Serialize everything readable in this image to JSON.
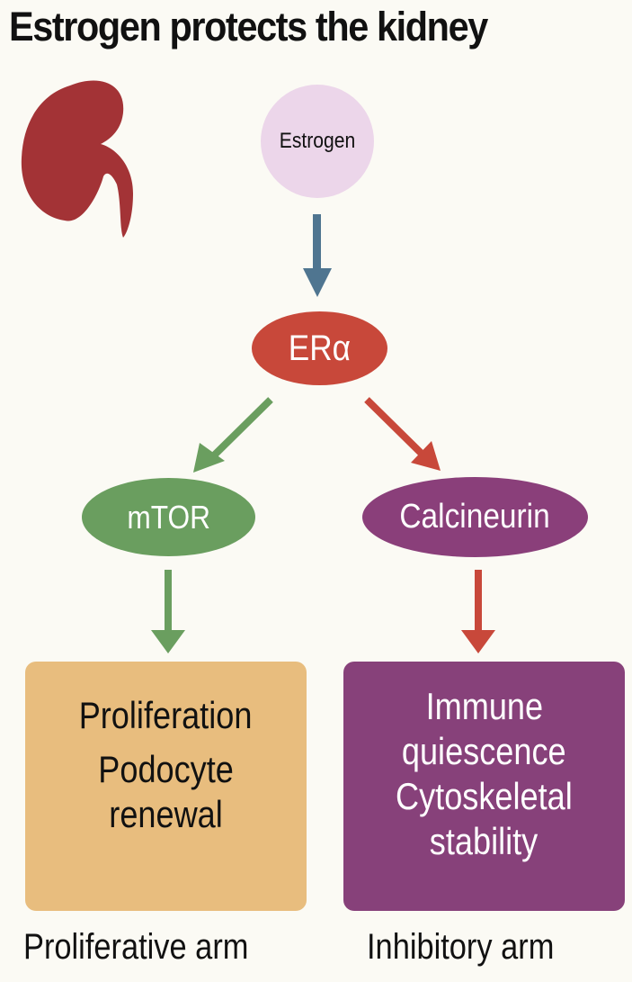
{
  "title": "Estrogen protects the kidney",
  "icons": {
    "kidney": "kidney-icon"
  },
  "nodes": {
    "estrogen": "Estrogen",
    "er_alpha": "ERα",
    "mtor": "mTOR",
    "calcineurin": "Calcineurin"
  },
  "boxes": {
    "proliferative": {
      "lines": [
        "Proliferation",
        "Podocyte",
        "renewal"
      ]
    },
    "inhibitory": {
      "lines": [
        "Immune",
        "quiescence",
        "Cytoskeletal",
        "stability"
      ]
    }
  },
  "arm_labels": {
    "proliferative": "Proliferative arm",
    "inhibitory": "Inhibitory arm"
  },
  "colors": {
    "background": "#fbfaf4",
    "kidney": "#a33336",
    "estrogen": "#ecd6ea",
    "estrogen_arrow": "#4f7590",
    "er_alpha": "#c8483a",
    "mtor": "#6a9e5f",
    "calcineurin": "#8a3f7a",
    "green_arrow": "#6a9e5f",
    "red_arrow": "#c8483a",
    "proliferative_box": "#e8bd7e",
    "inhibitory_box": "#87417a"
  }
}
